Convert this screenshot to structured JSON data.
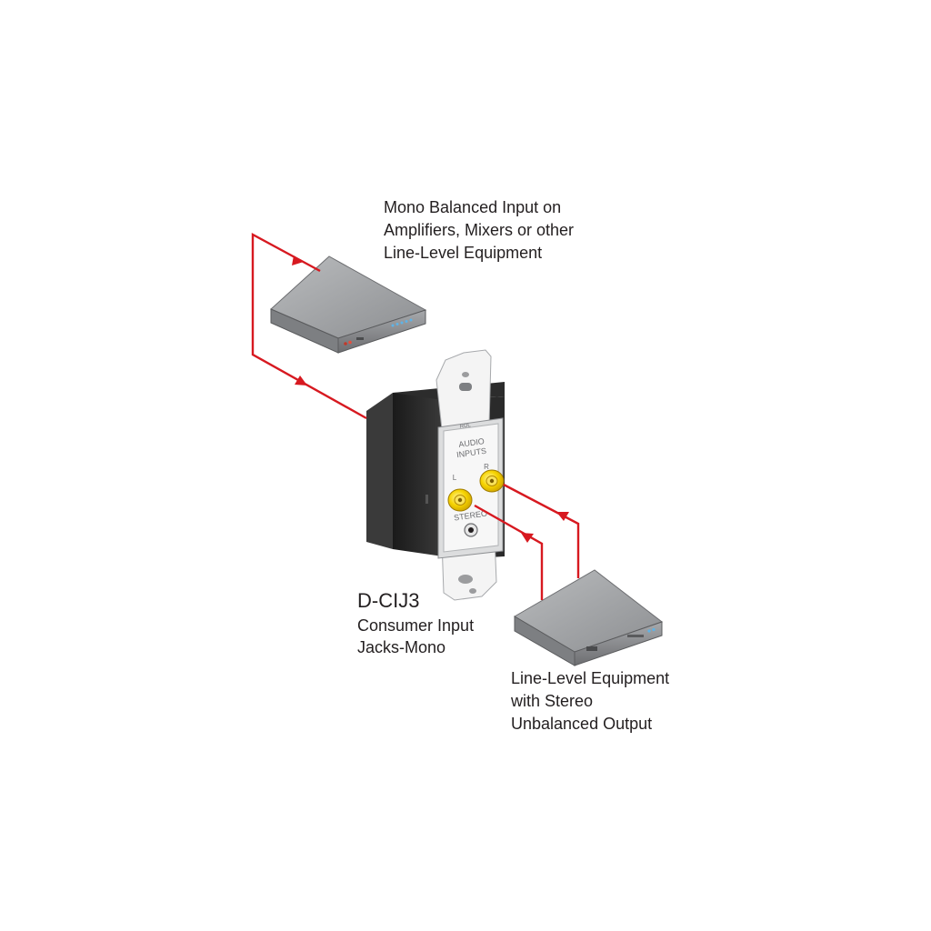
{
  "labels": {
    "destination": {
      "line1": "Mono Balanced Input on",
      "line2": "Amplifiers, Mixers or other",
      "line3": "Line-Level Equipment"
    },
    "device": {
      "model": "D-CIJ3",
      "line1": "Consumer Input",
      "line2": "Jacks-Mono"
    },
    "source": {
      "line1": "Line-Level Equipment",
      "line2": "with Stereo",
      "line3": "Unbalanced Output"
    }
  },
  "plate": {
    "brand": "RDL",
    "title_line1": "AUDIO",
    "title_line2": "INPUTS",
    "left_jack": "L",
    "right_jack": "R",
    "stereo_jack": "STEREO"
  },
  "colors": {
    "cable": "#d71920",
    "jack_body": "#f6d300",
    "device_box": "#231f20",
    "equipment": "#8a8c8e"
  },
  "icons": {
    "destination_equipment": "rack-equipment-icon",
    "source_equipment": "rack-equipment-icon",
    "wall_plate": "wall-plate-icon"
  }
}
